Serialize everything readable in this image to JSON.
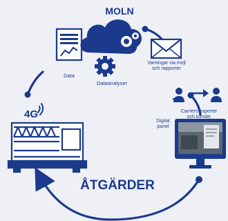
{
  "labels": {
    "cloud": "MOLN",
    "data": "Data",
    "data_analysis": "Dataanalyser",
    "warnings_line1": "Varningar via mejl",
    "warnings_line2": "och rapporter",
    "experts_line1": "Carriers experter",
    "experts_line2": "och kunder",
    "panel_line1": "Digital",
    "panel_line2": "panel",
    "network": "4G",
    "actions": "ÅTGÄRDER"
  },
  "colors": {
    "primary": "#1b3a8c",
    "background": "#eef0f6",
    "white": "#ffffff"
  },
  "icons": [
    "document-chart-icon",
    "cloud-icon",
    "gear-icon",
    "envelope-icon",
    "person-transfer-icon",
    "monitor-icon",
    "chiller-unit-icon",
    "signal-icon"
  ]
}
